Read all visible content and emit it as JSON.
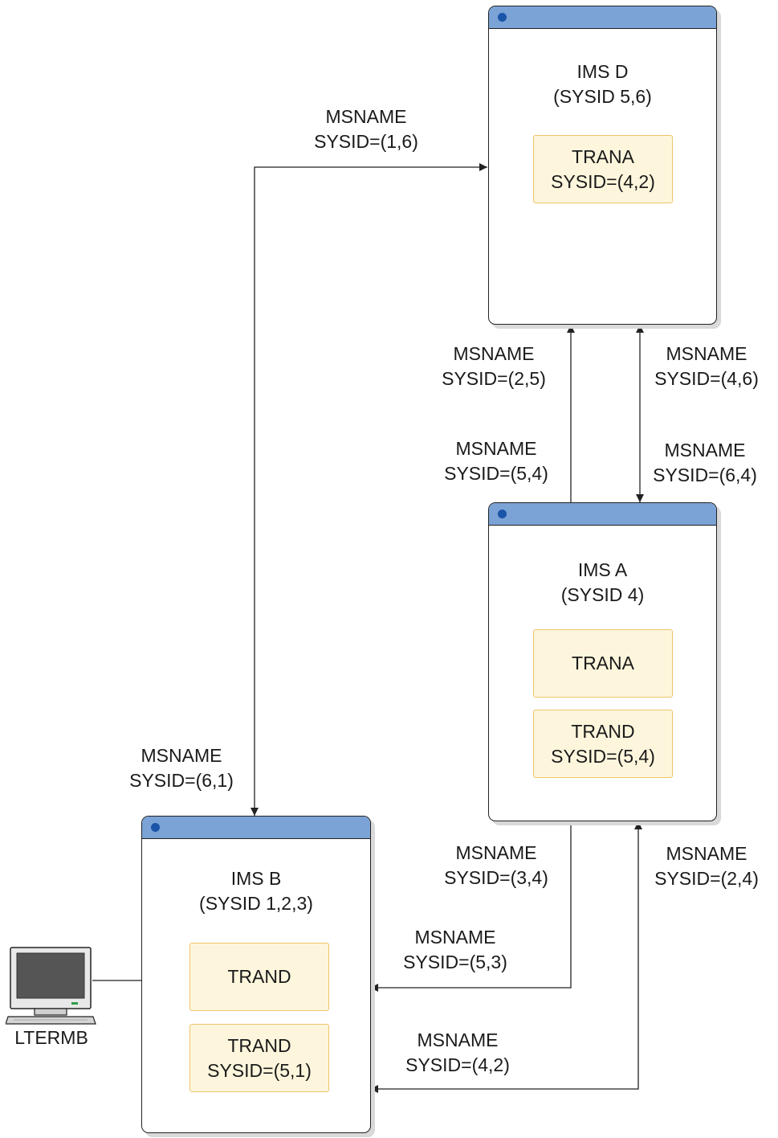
{
  "systems": {
    "ims_d": {
      "name": "IMS D",
      "sysids": "(SYSID 5,6)",
      "transactions": [
        {
          "name": "TRANA",
          "sysid": "SYSID=(4,2)"
        }
      ]
    },
    "ims_a": {
      "name": "IMS A",
      "sysids": "(SYSID 4)",
      "transactions": [
        {
          "name": "TRANA",
          "sysid": ""
        },
        {
          "name": "TRAND",
          "sysid": "SYSID=(5,4)"
        }
      ]
    },
    "ims_b": {
      "name": "IMS B",
      "sysids": "(SYSID 1,2,3)",
      "transactions": [
        {
          "name": "TRAND",
          "sysid": ""
        },
        {
          "name": "TRAND",
          "sysid": "SYSID=(5,1)"
        }
      ]
    }
  },
  "links": [
    {
      "id": "b-to-d",
      "msname": "MSNAME",
      "sysid": "SYSID=(1,6)"
    },
    {
      "id": "d-to-b",
      "msname": "MSNAME",
      "sysid": "SYSID=(6,1)"
    },
    {
      "id": "a-to-d-left",
      "msname": "MSNAME",
      "sysid": "SYSID=(2,5)"
    },
    {
      "id": "d-to-a-left",
      "msname": "MSNAME",
      "sysid": "SYSID=(5,4)"
    },
    {
      "id": "a-to-d-right",
      "msname": "MSNAME",
      "sysid": "SYSID=(4,6)"
    },
    {
      "id": "d-to-a-right",
      "msname": "MSNAME",
      "sysid": "SYSID=(6,4)"
    },
    {
      "id": "b-to-a-upper",
      "msname": "MSNAME",
      "sysid": "SYSID=(3,4)"
    },
    {
      "id": "a-to-b-upper",
      "msname": "MSNAME",
      "sysid": "SYSID=(5,3)"
    },
    {
      "id": "b-to-a-lower",
      "msname": "MSNAME",
      "sysid": "SYSID=(2,4)"
    },
    {
      "id": "a-to-b-lower",
      "msname": "MSNAME",
      "sysid": "SYSID=(4,2)"
    }
  ],
  "terminal": {
    "name": "LTERMB",
    "icon": "computer-terminal-icon"
  },
  "colors": {
    "titlebar": "#7ba3d6",
    "titlebar_dot": "#1a55a8",
    "transaction_fill": "#fdf6dc",
    "transaction_border": "#f0c46a",
    "line": "#222222"
  }
}
